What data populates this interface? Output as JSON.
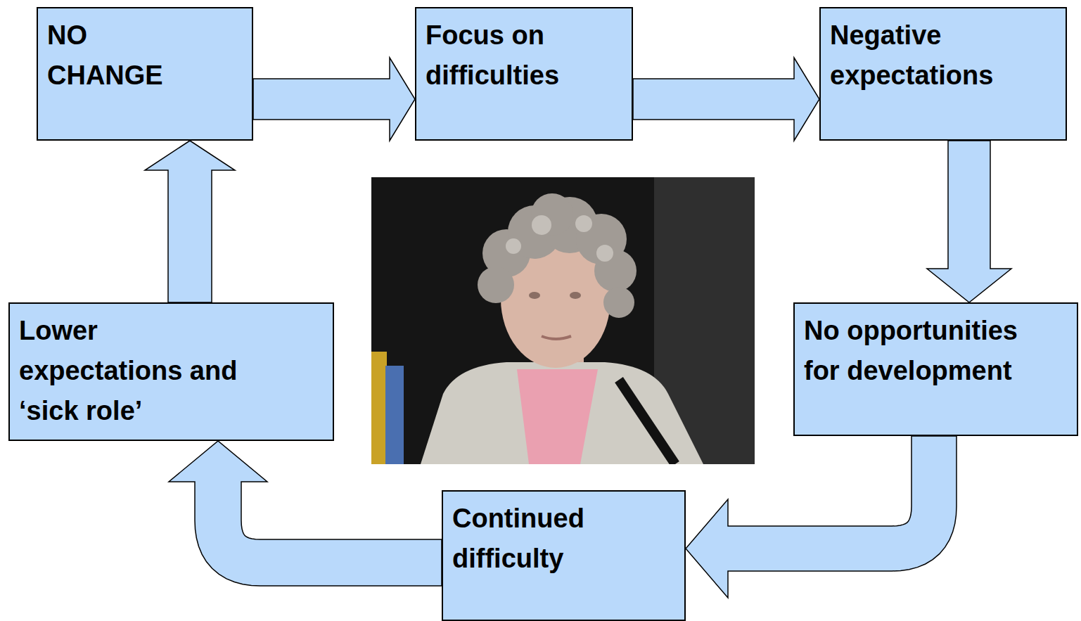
{
  "diagram": {
    "nodes": [
      {
        "text": [
          "NO CHANGE"
        ]
      },
      {
        "text": [
          "Focus on difficulties"
        ]
      },
      {
        "text": [
          "Negative expectations"
        ]
      },
      {
        "text": [
          "No opportunities for development"
        ]
      },
      {
        "text": [
          "Continued difficulty"
        ]
      },
      {
        "text": [
          "Lower expectations and ‘sick role’"
        ]
      }
    ],
    "edges": [
      {
        "from": 0,
        "to": 1,
        "arrow": "to"
      },
      {
        "from": 1,
        "to": 2,
        "arrow": "to"
      },
      {
        "from": 2,
        "to": 3,
        "arrow": "to"
      },
      {
        "from": 3,
        "to": 4,
        "arrow": "to"
      },
      {
        "from": 4,
        "to": 5,
        "arrow": "to"
      },
      {
        "from": 5,
        "to": 0,
        "arrow": "to"
      }
    ]
  }
}
